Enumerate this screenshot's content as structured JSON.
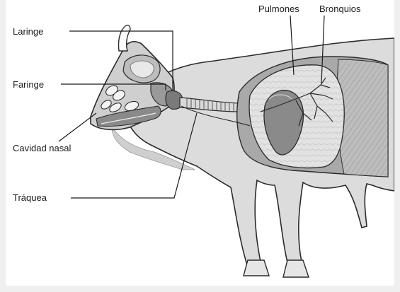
{
  "labels": {
    "laringe": "Laringe",
    "faringe": "Faringe",
    "cavidad_nasal": "Cavidad nasal",
    "traquea": "Tráquea",
    "pulmones": "Pulmones",
    "bronquios": "Bronquios"
  },
  "colors": {
    "body_fill": "#dcdcdc",
    "body_dark": "#a9a9a9",
    "organ_dark": "#8a8a8a",
    "outline": "#2b2b2b",
    "background": "#ffffff"
  }
}
